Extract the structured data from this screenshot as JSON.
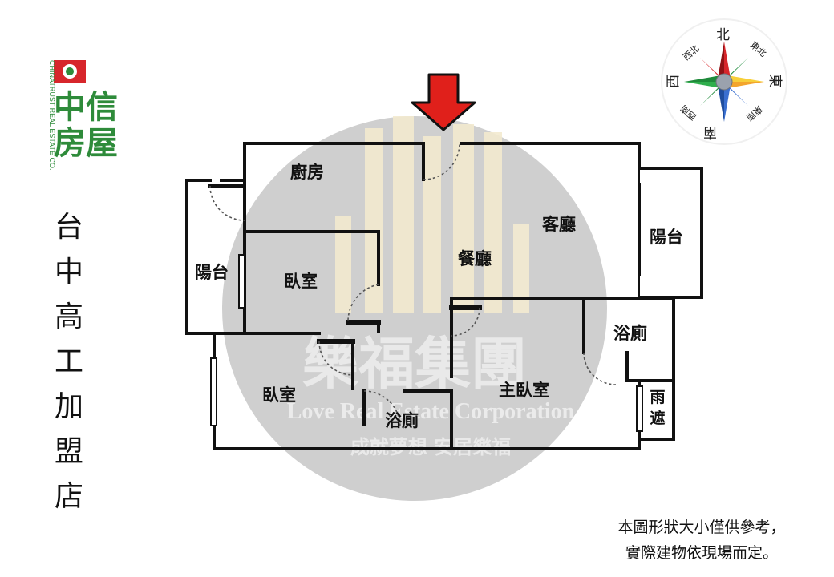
{
  "brand": {
    "name_lines": [
      "中信",
      "房屋"
    ],
    "english": "CHINATRUST REAL ESTATE CO."
  },
  "store_name": "台中高工加盟店",
  "compass": {
    "north": "北",
    "northeast": "東北",
    "east": "東",
    "southeast": "東南",
    "south": "南",
    "southwest": "西南",
    "west": "西",
    "northwest": "西北"
  },
  "rooms": {
    "kitchen": "廚房",
    "living_room": "客廳",
    "dining_room": "餐廳",
    "balcony_right": "陽台",
    "balcony_left": "陽台",
    "bedroom_1": "臥室",
    "bedroom_2": "臥室",
    "master_bedroom": "主臥室",
    "bathroom_1": "浴廁",
    "bathroom_2": "浴廁",
    "rain_shelter": "雨遮"
  },
  "watermark": {
    "chinese": "樂福集團",
    "english": "Love Real Estate Corporation",
    "slogan": "成就夢想 安居樂福"
  },
  "disclaimer": [
    "本圖形狀大小僅供參考，",
    "實際建物依現場而定。"
  ],
  "colors": {
    "brand_green": "#2e8b3a",
    "brand_red": "#d7262b",
    "entrance_arrow": "#e0201b",
    "wall": "#111111",
    "watermark": "#c9c9c9"
  }
}
